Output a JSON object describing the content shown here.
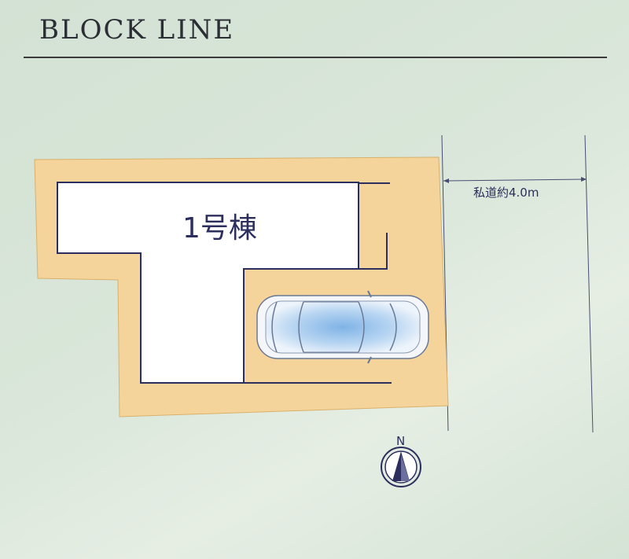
{
  "title": "BLOCK LINE",
  "building_label": "1号棟",
  "road_label": "私道約4.0m",
  "compass_label": "N",
  "colors": {
    "lot": "#f5d49b",
    "lot_border": "#d9b06a",
    "building": "#ffffff",
    "wall": "#2c2f5e",
    "label": "#2c2f5e"
  }
}
